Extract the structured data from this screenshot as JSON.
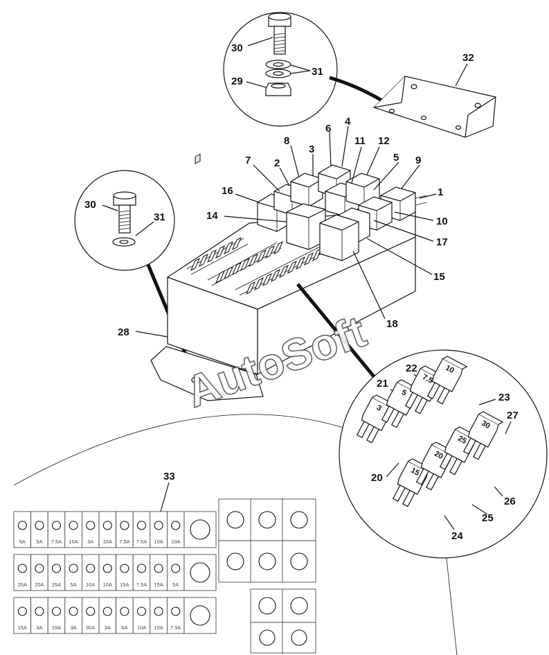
{
  "callouts": {
    "c1": "1",
    "c2": "2",
    "c3": "3",
    "c4": "4",
    "c5": "5",
    "c6": "6",
    "c7": "7",
    "c8": "8",
    "c9": "9",
    "c10": "10",
    "c11": "11",
    "c12": "12",
    "c14": "14",
    "c15": "15",
    "c16": "16",
    "c17": "17",
    "c18": "18",
    "c20": "20",
    "c21": "21",
    "c22": "22",
    "c23": "23",
    "c24": "24",
    "c25": "25",
    "c26": "26",
    "c27": "27",
    "c28": "28",
    "c29": "29",
    "c30a": "30",
    "c31a": "31",
    "c30b": "30",
    "c31b": "31",
    "c32": "32",
    "c33": "33"
  },
  "fuse_ratings": {
    "f3": "3",
    "f5": "5",
    "f75": "7.5",
    "f10": "10",
    "f15": "15",
    "f20": "20",
    "f25": "25",
    "f30": "30"
  },
  "watermark": "AutoSoft",
  "panel": {
    "row1": [
      "5A",
      "5A",
      "7.5A",
      "10A",
      "3A",
      "10A",
      "7.5A",
      "7.5A",
      "10A",
      "10A"
    ],
    "row2": [
      "25A",
      "20A",
      "25A",
      "5A",
      "10A",
      "10A",
      "15A",
      "7.5A",
      "15A",
      "5A"
    ],
    "row3": [
      "15A",
      "3A",
      "15A",
      "3A",
      "30A",
      "3A",
      "5A",
      "10A",
      "15A",
      "7.5A"
    ],
    "row1_icons": [
      "side-light-icon",
      "side-light-icon",
      "brake-warning-icon",
      "parking-brake-icon",
      "forward-reverse-icon",
      "warning-lamp-icon",
      "hydraulic-icon",
      "direction-icon",
      "level-icon",
      "horn-icon"
    ],
    "row2_icons": [
      "front-work-light-icon",
      "dipped-beam-icon",
      "headlight-icon",
      "wiper-icon",
      "rear-wiper-icon",
      "seat-icon",
      "reverse-horn-icon",
      "gear-icon",
      "temperature-icon",
      "flashing-beacon-icon"
    ],
    "row3_icons": [
      "main-beam-icon",
      "hazard-icon",
      "fog-light-icon",
      "ignition-icon",
      "fan-icon",
      "socket-icon",
      "radio-icon",
      "dome-light-icon",
      "warning-triangle-icon",
      "interior-light-icon"
    ]
  }
}
